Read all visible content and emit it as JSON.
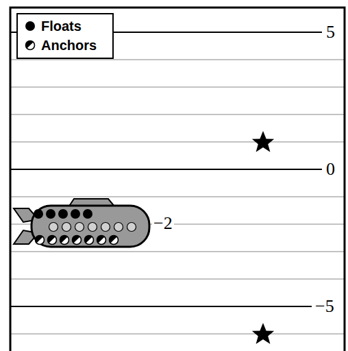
{
  "diagram": {
    "labels": [
      "5",
      "0",
      "−2",
      "−5"
    ],
    "legend": [
      {
        "text": "Floats"
      },
      {
        "text": "Anchors"
      }
    ]
  }
}
